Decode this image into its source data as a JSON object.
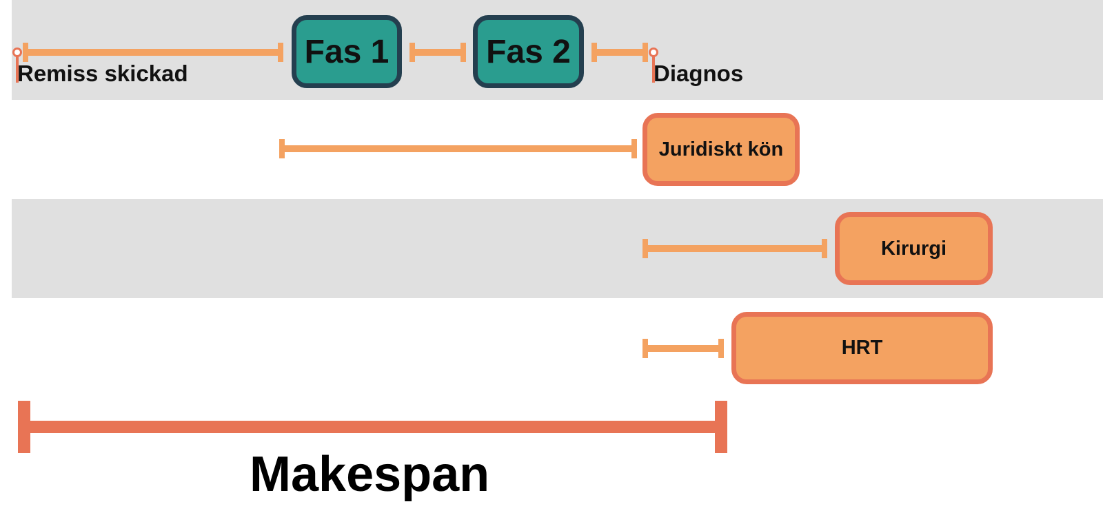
{
  "colors": {
    "band_gray": "#e0e0e0",
    "phase_fill": "#2a9d8f",
    "phase_border": "#243f4f",
    "task_fill": "#f4a261",
    "task_border": "#e87455",
    "connector": "#f4a261",
    "makespan": "#e87455"
  },
  "milestones": {
    "start": "Remiss skickad",
    "diagnosis": "Diagnos"
  },
  "phases": [
    {
      "label": "Fas 1"
    },
    {
      "label": "Fas 2"
    }
  ],
  "tasks": [
    {
      "label": "Juridiskt kön"
    },
    {
      "label": "Kirurgi"
    },
    {
      "label": "HRT"
    }
  ],
  "makespan": {
    "label": "Makespan"
  }
}
